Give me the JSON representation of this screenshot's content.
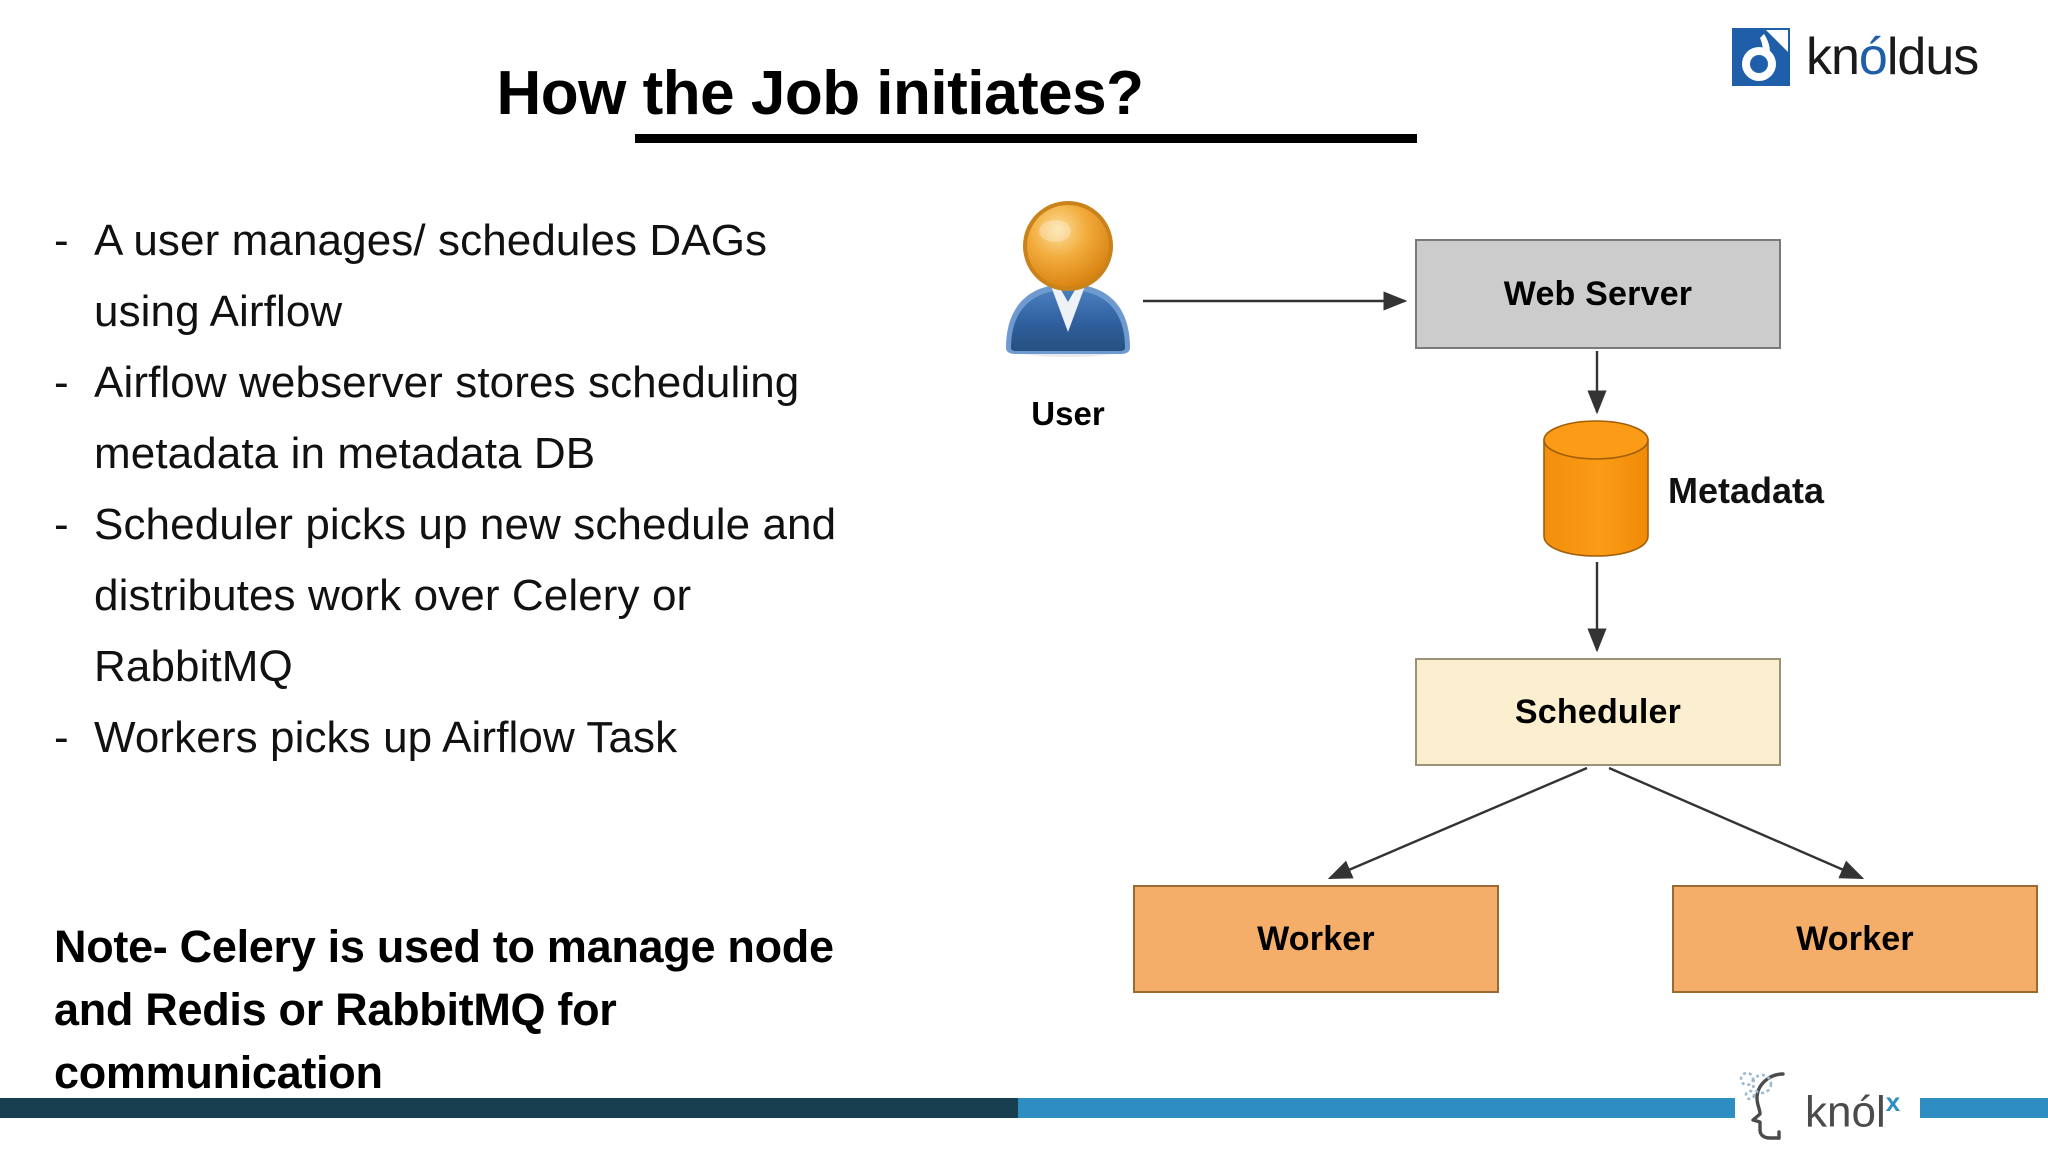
{
  "brand": {
    "logo_mark": "knoldus-hook-icon",
    "wordmark_prefix": "kn",
    "wordmark_accent": "ó",
    "wordmark_suffix": "ldus"
  },
  "slide": {
    "title": "How the Job initiates?"
  },
  "bullets": [
    {
      "marker": "-",
      "text": "A user manages/ schedules DAGs using Airflow"
    },
    {
      "marker": "-",
      "text": "Airflow webserver stores scheduling metadata in metadata DB"
    },
    {
      "marker": "-",
      "text": "Scheduler picks up new schedule and distributes work over Celery or RabbitMQ"
    },
    {
      "marker": "-",
      "text": "Workers picks up Airflow Task"
    }
  ],
  "note": "Note- Celery is used to manage node and Redis or RabbitMQ for communication",
  "diagram": {
    "user": {
      "label": "User",
      "icon": "user-avatar-icon"
    },
    "web_server": {
      "label": "Web Server",
      "fill": "#cccccc",
      "border": "#7a7a7a"
    },
    "metadata": {
      "label": "Metadata",
      "shape": "cylinder",
      "fill": "#f7941e",
      "border": "#a05f08"
    },
    "scheduler": {
      "label": "Scheduler",
      "fill": "#fbefcf",
      "border": "#9a9177"
    },
    "workers": [
      {
        "label": "Worker",
        "fill": "#f4ae6a",
        "border": "#9b6a32"
      },
      {
        "label": "Worker",
        "fill": "#f4ae6a",
        "border": "#9b6a32"
      }
    ],
    "connectors": [
      {
        "from": "user",
        "to": "web_server"
      },
      {
        "from": "web_server",
        "to": "metadata"
      },
      {
        "from": "metadata",
        "to": "scheduler"
      },
      {
        "from": "scheduler",
        "to": "worker_left"
      },
      {
        "from": "scheduler",
        "to": "worker_right"
      }
    ]
  },
  "footer": {
    "bar_dark_color": "#173f4f",
    "bar_light_color": "#2e8ec2",
    "logo_prefix": "kn",
    "logo_accent": "ó",
    "logo_suffix": "l",
    "logo_superscript": "x",
    "logo_icon": "head-gear-icon"
  }
}
